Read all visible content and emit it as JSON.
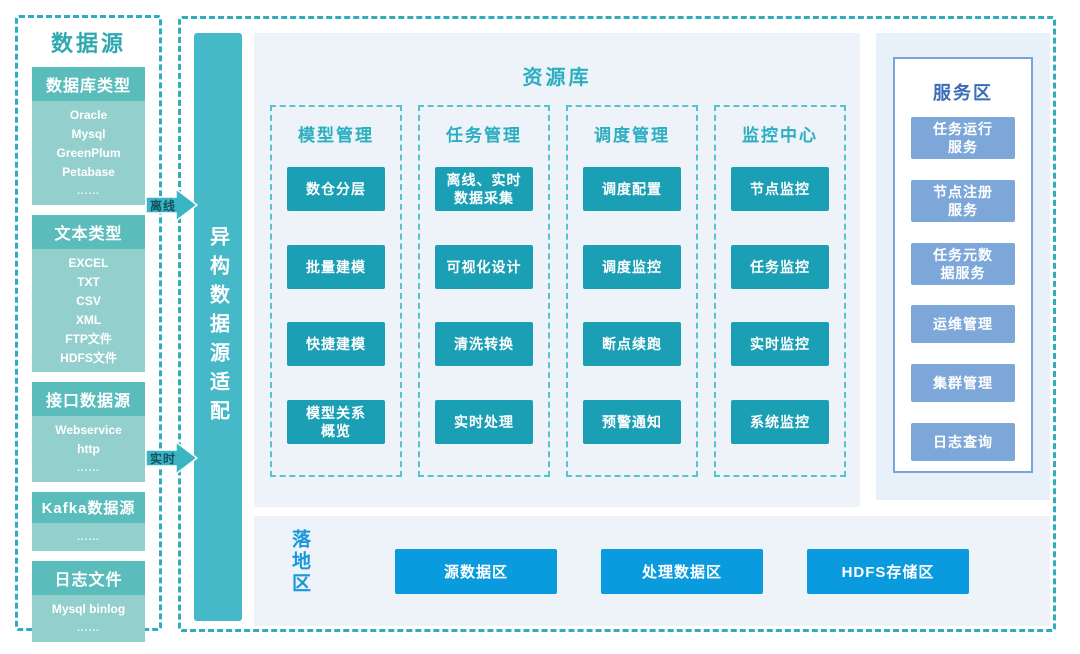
{
  "colors": {
    "teal_border": "#2fadbd",
    "teal_bar": "#46b9c8",
    "teal_feature_box": "#1b9fb5",
    "section_header_bg": "#5abdbb",
    "section_body_bg": "#93d0cd",
    "panel_bg": "#eef3f9",
    "service_panel_bg": "#e8f1fa",
    "service_border": "#7aa4d9",
    "service_item_bg": "#7ca7d8",
    "service_title": "#3a6cb7",
    "landing_button_bg": "#0a9bdf",
    "landing_title": "#1898da"
  },
  "left_panel": {
    "title": "数据源",
    "sections": [
      {
        "header": "数据库类型",
        "items": [
          "Oracle",
          "Mysql",
          "GreenPlum",
          "Petabase",
          "......"
        ]
      },
      {
        "header": "文本类型",
        "items": [
          "EXCEL",
          "TXT",
          "CSV",
          "XML",
          "FTP文件",
          "HDFS文件"
        ]
      },
      {
        "header": "接口数据源",
        "items": [
          "Webservice",
          "http",
          "......"
        ]
      },
      {
        "header": "Kafka数据源",
        "items": [
          "......"
        ]
      },
      {
        "header": "日志文件",
        "items": [
          "Mysql binlog",
          "......"
        ]
      }
    ]
  },
  "flows": {
    "offline": "离线",
    "realtime": "实时"
  },
  "adapter": {
    "label": "异构数据源适配"
  },
  "resource": {
    "title": "资源库",
    "columns": [
      {
        "header": "模型管理",
        "boxes": [
          "数仓分层",
          "批量建模",
          "快捷建模",
          "模型关系\n概览"
        ]
      },
      {
        "header": "任务管理",
        "boxes": [
          "离线、实时\n数据采集",
          "可视化设计",
          "清洗转换",
          "实时处理"
        ]
      },
      {
        "header": "调度管理",
        "boxes": [
          "调度配置",
          "调度监控",
          "断点续跑",
          "预警通知"
        ]
      },
      {
        "header": "监控中心",
        "boxes": [
          "节点监控",
          "任务监控",
          "实时监控",
          "系统监控"
        ]
      }
    ]
  },
  "services": {
    "title": "服务区",
    "items": [
      "任务运行\n服务",
      "节点注册\n服务",
      "任务元数\n据服务",
      "运维管理",
      "集群管理",
      "日志查询"
    ]
  },
  "landing": {
    "title": "落地区",
    "zones": [
      "源数据区",
      "处理数据区",
      "HDFS存储区"
    ]
  }
}
